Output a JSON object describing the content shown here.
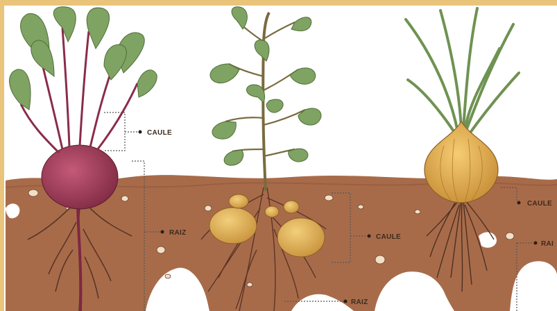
{
  "frame_color": "#e9c47a",
  "soil_color": "#a86b4a",
  "labels": {
    "beet_stem": "CAULE",
    "beet_root": "RAIZ",
    "potato_stem": "CAULE",
    "potato_root": "RAIZ",
    "onion_stem": "CAULE",
    "onion_root": "RAI"
  }
}
